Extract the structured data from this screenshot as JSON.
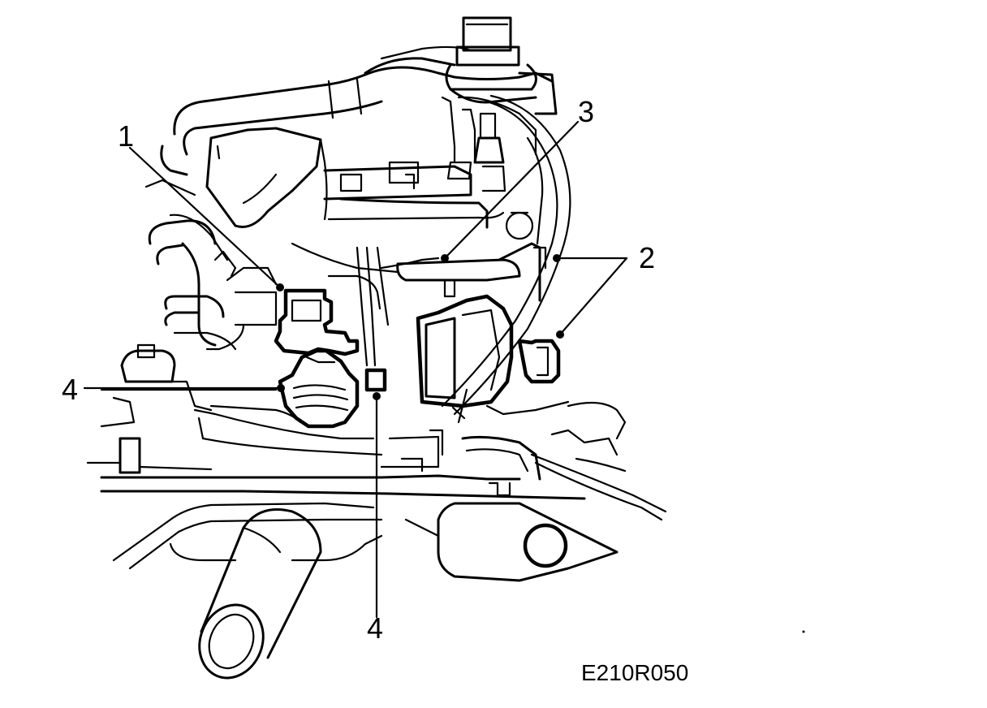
{
  "callouts": [
    {
      "id": "c1",
      "label": "1"
    },
    {
      "id": "c2",
      "label": "2"
    },
    {
      "id": "c3",
      "label": "3"
    },
    {
      "id": "c4a",
      "label": "4"
    },
    {
      "id": "c4b",
      "label": "4"
    }
  ],
  "figure_id": "E210R050"
}
